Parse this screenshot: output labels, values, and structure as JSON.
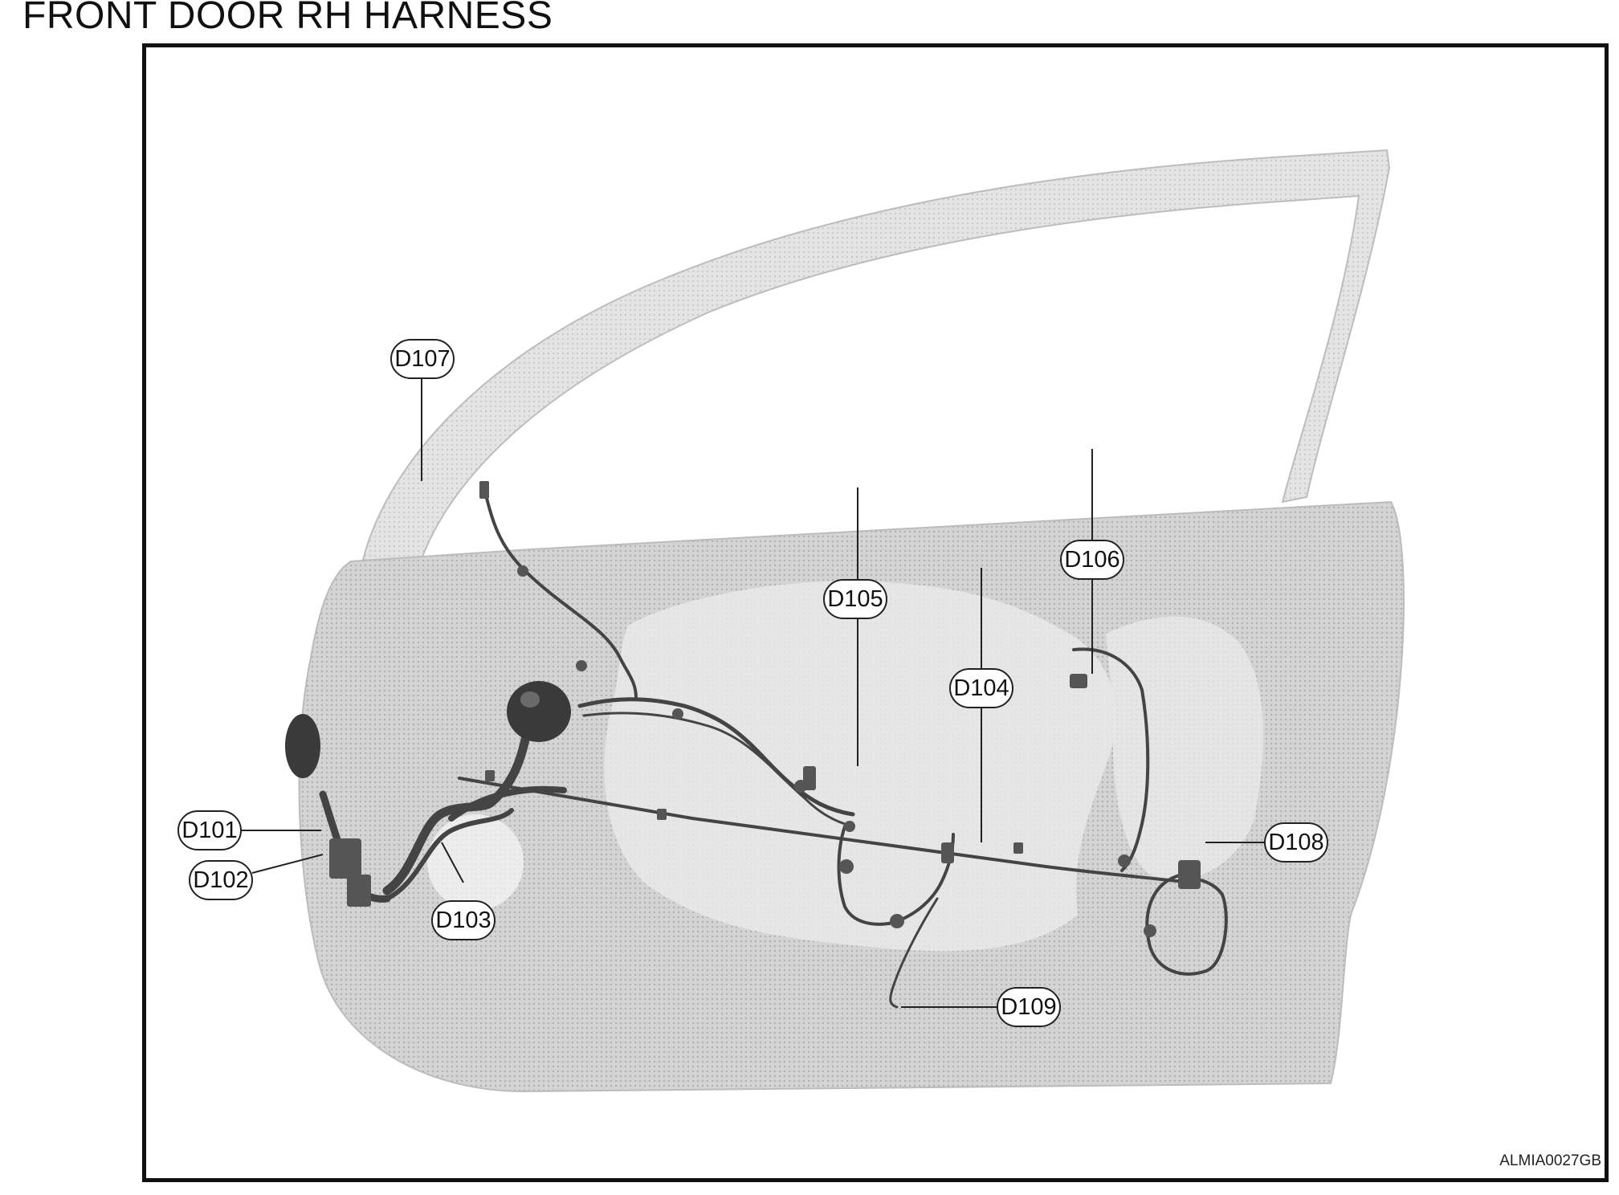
{
  "title": "FRONT DOOR RH HARNESS",
  "figure_code": "ALMIA0027GB",
  "connectors": [
    {
      "id": "D101"
    },
    {
      "id": "D102"
    },
    {
      "id": "D103"
    },
    {
      "id": "D104"
    },
    {
      "id": "D105"
    },
    {
      "id": "D106"
    },
    {
      "id": "D107"
    },
    {
      "id": "D108"
    },
    {
      "id": "D109"
    }
  ]
}
